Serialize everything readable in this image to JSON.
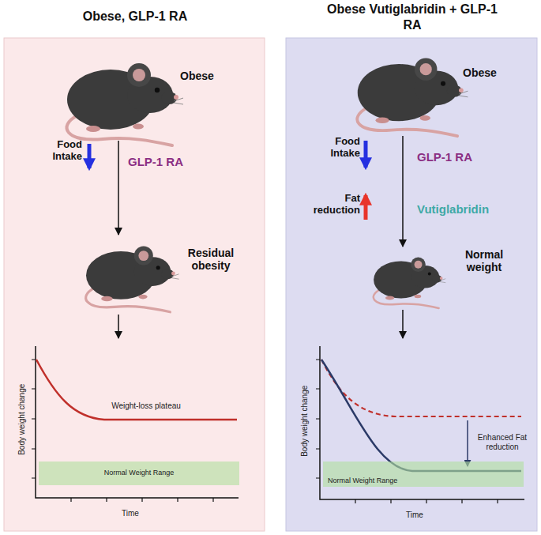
{
  "diagram": {
    "nodes": [
      {
        "text": [
          "Obese, GLP-1 RA"
        ]
      },
      {
        "text": [
          "Normal Weight Range"
        ],
        "in": 0
      },
      {
        "text": [
          "Obese Vutiglabridin + GLP-1 RA"
        ]
      },
      {
        "text": [
          "Normal Weight Range"
        ],
        "in": 2
      }
    ],
    "labels": [
      "Obese",
      "Food Intake",
      "GLP-1 RA",
      "Residual obesity",
      "Weight-loss plateau",
      "Body weight change",
      "Time",
      "Obese",
      "Food Intake",
      "GLP-1 RA",
      "Fat reduction",
      "Vutiglabridin",
      "Normal weight",
      "Enhanced Fat reduction",
      "Body weight change",
      "Time"
    ]
  }
}
